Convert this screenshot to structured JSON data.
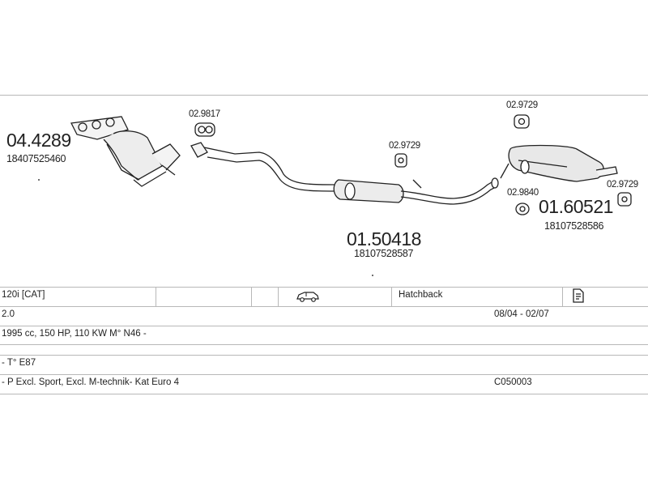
{
  "parts": {
    "catalyst": {
      "code": "04.4289",
      "oem": "18407525460"
    },
    "middle": {
      "code": "01.50418",
      "oem": "18107528587"
    },
    "rear": {
      "code": "01.60521",
      "oem": "18107528586"
    },
    "clamp_1": "02.9817",
    "hanger_mid": "02.9729",
    "hanger_rear_top": "02.9729",
    "hanger_rear_right": "02.9729",
    "ring_rear": "02.9840"
  },
  "vehicle": {
    "model": "120i  [CAT]",
    "body": "Hatchback",
    "engine": "2.0",
    "years": "08/04 - 02/07",
    "spec": "1995 cc, 150 HP, 110 KW M° N46 -",
    "type": "- T° E87",
    "notes": "- P Excl. Sport, Excl. M-technik- Kat Euro 4",
    "ref": "C050003"
  },
  "icons": {
    "car": "car-hatchback-icon",
    "document": "document-icon"
  }
}
